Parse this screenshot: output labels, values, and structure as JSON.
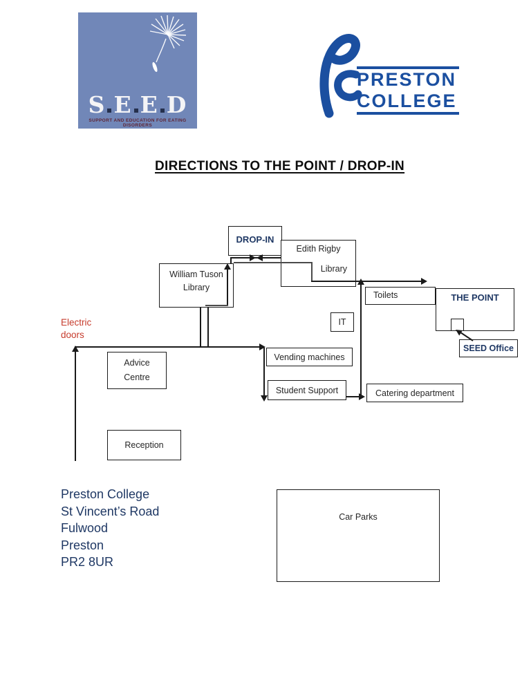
{
  "logos": {
    "seed": {
      "letters": [
        "S",
        "E",
        "E",
        "D"
      ],
      "tagline": "SUPPORT AND EDUCATION FOR EATING DISORDERS",
      "bg_color": "#7187b8"
    },
    "preston": {
      "monogram": "PC",
      "line1": "PRESTON",
      "line2": "COLLEGE",
      "brand_color": "#1b4fa0"
    }
  },
  "title": {
    "text": "DIRECTIONS TO THE POINT / DROP-IN"
  },
  "diagram": {
    "accent_navy": "#1f3864",
    "boxes": {
      "dropin": {
        "label": "DROP-IN"
      },
      "edith": {
        "line1": "Edith Rigby",
        "line2": "Library"
      },
      "tuson": {
        "line1": "William Tuson",
        "line2": "Library"
      },
      "toilets": {
        "label": "Toilets"
      },
      "point": {
        "label": "THE POINT"
      },
      "seed_office": {
        "label": "SEED Office"
      },
      "it": {
        "label": "IT"
      },
      "advice": {
        "line1": "Advice",
        "line2": "Centre"
      },
      "vending": {
        "label": "Vending machines"
      },
      "student": {
        "label": "Student Support"
      },
      "catering": {
        "label": "Catering department"
      },
      "reception": {
        "label": "Reception"
      },
      "car_parks": {
        "label": "Car Parks"
      }
    },
    "annotations": {
      "electric_doors": {
        "line1": "Electric",
        "line2": "doors",
        "color": "#c63b2c"
      }
    }
  },
  "address": {
    "lines": [
      "Preston College",
      "St Vincent’s Road",
      "Fulwood",
      "Preston",
      "PR2 8UR"
    ]
  }
}
